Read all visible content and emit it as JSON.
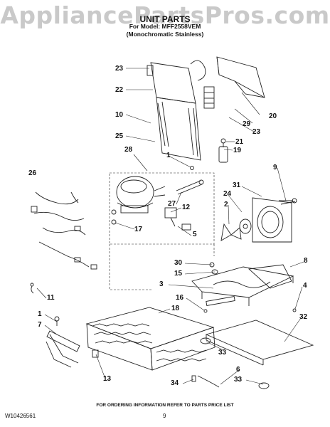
{
  "watermark": "AppliancePartsPros.com",
  "header": {
    "title": "UNIT PARTS",
    "model_line": "For Model: MFF2558VEM",
    "variant_line": "(Monochromatic Stainless)"
  },
  "callouts": {
    "c23a": "23",
    "c22": "22",
    "c10": "10",
    "c25": "25",
    "c28": "28",
    "c1a": "1",
    "c26": "26",
    "c20": "20",
    "c29": "29",
    "c23b": "23",
    "c21": "21",
    "c19": "19",
    "c31": "31",
    "c9": "9",
    "c24": "24",
    "c27": "27",
    "c12": "12",
    "c2": "2",
    "c17": "17",
    "c5": "5",
    "c30": "30",
    "c15": "15",
    "c8": "8",
    "c3": "3",
    "c4": "4",
    "c11": "11",
    "c16": "16",
    "c18": "18",
    "c1b": "1",
    "c7": "7",
    "c32": "32",
    "c33a": "33",
    "c13": "13",
    "c6": "6",
    "c33b": "33",
    "c34": "34"
  },
  "footer": {
    "note": "FOR ORDERING INFORMATION REFER TO PARTS PRICE LIST",
    "doc_number": "W10426561",
    "page": "9"
  }
}
